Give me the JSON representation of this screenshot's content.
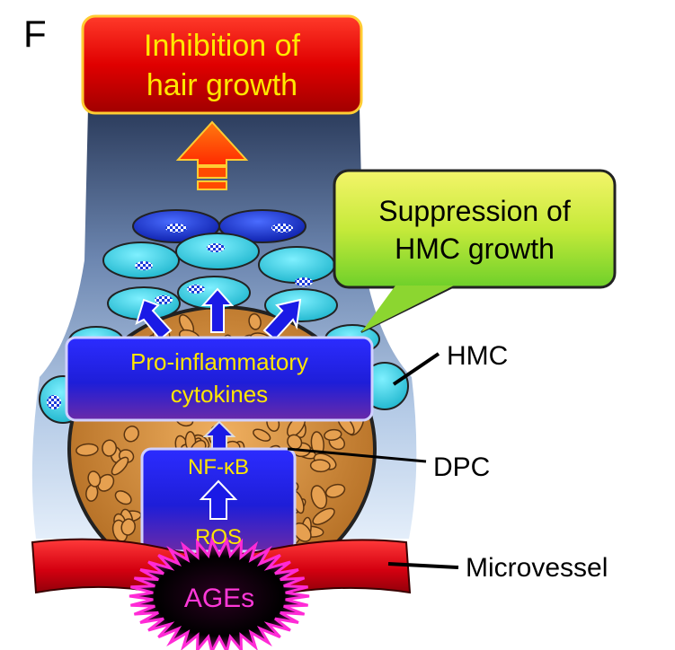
{
  "panel_letter": "F",
  "top_box": {
    "line1": "Inhibition of",
    "line2": "hair growth"
  },
  "callout": {
    "line1": "Suppression of",
    "line2": "HMC growth"
  },
  "cytokine_box": {
    "line1": "Pro-inflammatory",
    "line2": "cytokines"
  },
  "signal_box": {
    "top": "NF-κB",
    "bottom": "ROS"
  },
  "ages_label": "AGEs",
  "labels": {
    "hmc": "HMC",
    "dpc": "DPC",
    "microvessel": "Microvessel"
  },
  "colors": {
    "top_box_fill": "#d80000",
    "top_box_text": "#ffe800",
    "callout_fill": "#b8e636",
    "arrow_fill": "#ff3b00",
    "hmc_cyan": "#36d4e6",
    "hmc_blue": "#1638d8",
    "dpc_tan": "#d99a4c",
    "box_blue": "#1a1ae6",
    "box_text": "#ffe600",
    "vessel_red": "#cc0008",
    "ages_magenta": "#ff2bd6"
  }
}
